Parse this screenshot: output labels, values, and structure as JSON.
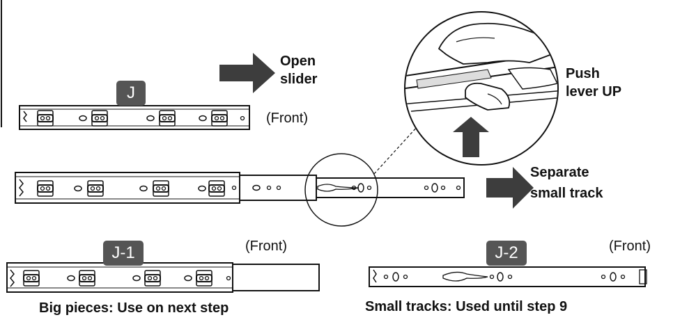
{
  "labels": {
    "open_slider_line1": "Open",
    "open_slider_line2": "slider",
    "push_lever_line1": "Push",
    "push_lever_line2": "lever UP",
    "separate_line1": "Separate",
    "separate_line2": "small track",
    "front_j": "(Front)",
    "front_j1": "(Front)",
    "front_j2": "(Front)"
  },
  "tags": {
    "j": "J",
    "j1": "J-1",
    "j2": "J-2"
  },
  "captions": {
    "big_pieces": "Big pieces: Use on next step",
    "small_tracks": "Small tracks: Used until step 9"
  },
  "colors": {
    "arrow": "#3d3d3d",
    "tag_bg": "#555555",
    "line": "#111111"
  }
}
